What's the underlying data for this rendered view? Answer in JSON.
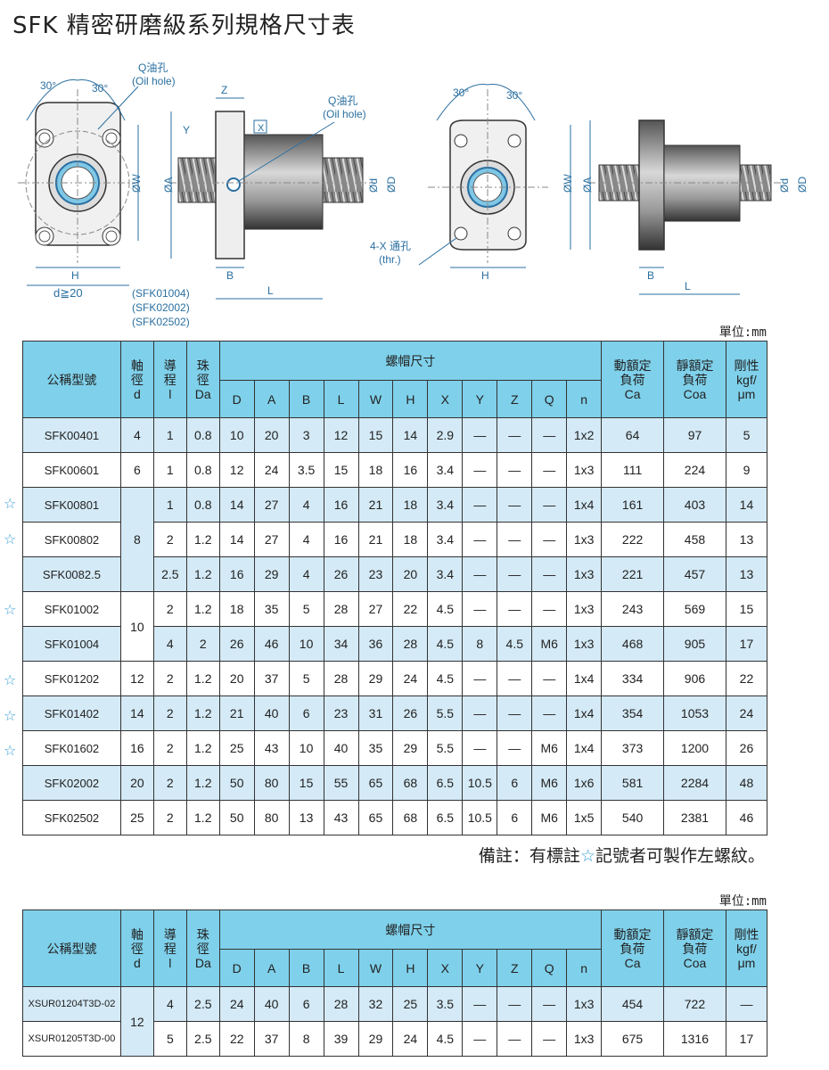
{
  "title": "SFK 精密研磨級系列規格尺寸表",
  "diagram": {
    "angle_30": "30°",
    "oil_hole": "Q油孔",
    "oil_hole_en": "(Oil hole)",
    "d_ge_20": "d≧20",
    "models_note": [
      "(SFK01004)",
      "(SFK02002)",
      "(SFK02502)"
    ],
    "thru_hole": "4-X 通孔",
    "thru_hole_en": "(thr.)",
    "dim": {
      "W": "ØW",
      "A": "ØA",
      "d": "Ød",
      "D": "ØD",
      "H": "H",
      "B": "B",
      "L": "L",
      "Z": "Z",
      "Y": "Y",
      "X": "X"
    }
  },
  "unit_label": "單位:mm",
  "table1": {
    "headers": {
      "model": "公稱型號",
      "shaft": [
        "軸",
        "徑",
        "d"
      ],
      "lead": [
        "導",
        "程",
        "l"
      ],
      "ball": [
        "珠",
        "徑",
        "Da"
      ],
      "nut": "螺帽尺寸",
      "nut_cols": [
        "D",
        "A",
        "B",
        "L",
        "W",
        "H",
        "X",
        "Y",
        "Z",
        "Q",
        "n"
      ],
      "dyn": [
        "動額定",
        "負荷",
        "Ca"
      ],
      "stat": [
        "靜額定",
        "負荷",
        "Coa"
      ],
      "rig": [
        "剛性",
        "kgf/",
        "μm"
      ]
    },
    "star_symbol": "☆",
    "rows": [
      {
        "model": "SFK00401",
        "d": "4",
        "l": "1",
        "Da": "0.8",
        "D": "10",
        "A": "20",
        "B": "3",
        "L": "12",
        "W": "15",
        "H": "14",
        "X": "2.9",
        "Y": "—",
        "Z": "—",
        "Q": "—",
        "n": "1x2",
        "Ca": "64",
        "Coa": "97",
        "K": "5",
        "star": false
      },
      {
        "model": "SFK00601",
        "d": "6",
        "l": "1",
        "Da": "0.8",
        "D": "12",
        "A": "24",
        "B": "3.5",
        "L": "15",
        "W": "18",
        "H": "16",
        "X": "3.4",
        "Y": "—",
        "Z": "—",
        "Q": "—",
        "n": "1x3",
        "Ca": "111",
        "Coa": "224",
        "K": "9",
        "star": false
      },
      {
        "model": "SFK00801",
        "d": "8",
        "l": "1",
        "Da": "0.8",
        "D": "14",
        "A": "27",
        "B": "4",
        "L": "16",
        "W": "21",
        "H": "18",
        "X": "3.4",
        "Y": "—",
        "Z": "—",
        "Q": "—",
        "n": "1x4",
        "Ca": "161",
        "Coa": "403",
        "K": "14",
        "star": true
      },
      {
        "model": "SFK00802",
        "l": "2",
        "Da": "1.2",
        "D": "14",
        "A": "27",
        "B": "4",
        "L": "16",
        "W": "21",
        "H": "18",
        "X": "3.4",
        "Y": "—",
        "Z": "—",
        "Q": "—",
        "n": "1x3",
        "Ca": "222",
        "Coa": "458",
        "K": "13",
        "star": true
      },
      {
        "model": "SFK0082.5",
        "l": "2.5",
        "Da": "1.2",
        "D": "16",
        "A": "29",
        "B": "4",
        "L": "26",
        "W": "23",
        "H": "20",
        "X": "3.4",
        "Y": "—",
        "Z": "—",
        "Q": "—",
        "n": "1x3",
        "Ca": "221",
        "Coa": "457",
        "K": "13",
        "star": false
      },
      {
        "model": "SFK01002",
        "d": "10",
        "l": "2",
        "Da": "1.2",
        "D": "18",
        "A": "35",
        "B": "5",
        "L": "28",
        "W": "27",
        "H": "22",
        "X": "4.5",
        "Y": "—",
        "Z": "—",
        "Q": "—",
        "n": "1x3",
        "Ca": "243",
        "Coa": "569",
        "K": "15",
        "star": true
      },
      {
        "model": "SFK01004",
        "l": "4",
        "Da": "2",
        "D": "26",
        "A": "46",
        "B": "10",
        "L": "34",
        "W": "36",
        "H": "28",
        "X": "4.5",
        "Y": "8",
        "Z": "4.5",
        "Q": "M6",
        "n": "1x3",
        "Ca": "468",
        "Coa": "905",
        "K": "17",
        "star": false
      },
      {
        "model": "SFK01202",
        "d": "12",
        "l": "2",
        "Da": "1.2",
        "D": "20",
        "A": "37",
        "B": "5",
        "L": "28",
        "W": "29",
        "H": "24",
        "X": "4.5",
        "Y": "—",
        "Z": "—",
        "Q": "—",
        "n": "1x4",
        "Ca": "334",
        "Coa": "906",
        "K": "22",
        "star": true
      },
      {
        "model": "SFK01402",
        "d": "14",
        "l": "2",
        "Da": "1.2",
        "D": "21",
        "A": "40",
        "B": "6",
        "L": "23",
        "W": "31",
        "H": "26",
        "X": "5.5",
        "Y": "—",
        "Z": "—",
        "Q": "—",
        "n": "1x4",
        "Ca": "354",
        "Coa": "1053",
        "K": "24",
        "star": true
      },
      {
        "model": "SFK01602",
        "d": "16",
        "l": "2",
        "Da": "1.2",
        "D": "25",
        "A": "43",
        "B": "10",
        "L": "40",
        "W": "35",
        "H": "29",
        "X": "5.5",
        "Y": "—",
        "Z": "—",
        "Q": "M6",
        "n": "1x4",
        "Ca": "373",
        "Coa": "1200",
        "K": "26",
        "star": true
      },
      {
        "model": "SFK02002",
        "d": "20",
        "l": "2",
        "Da": "1.2",
        "D": "50",
        "A": "80",
        "B": "15",
        "L": "55",
        "W": "65",
        "H": "68",
        "X": "6.5",
        "Y": "10.5",
        "Z": "6",
        "Q": "M6",
        "n": "1x6",
        "Ca": "581",
        "Coa": "2284",
        "K": "48",
        "star": false
      },
      {
        "model": "SFK02502",
        "d": "25",
        "l": "2",
        "Da": "1.2",
        "D": "50",
        "A": "80",
        "B": "13",
        "L": "43",
        "W": "65",
        "H": "68",
        "X": "6.5",
        "Y": "10.5",
        "Z": "6",
        "Q": "M6",
        "n": "1x5",
        "Ca": "540",
        "Coa": "2381",
        "K": "46",
        "star": false
      }
    ]
  },
  "note": {
    "prefix": "備註：有標註",
    "star": "☆",
    "suffix": "記號者可製作左螺紋。"
  },
  "table2": {
    "rows": [
      {
        "model": "XSUR01204T3D-02",
        "d": "12",
        "l": "4",
        "Da": "2.5",
        "D": "24",
        "A": "40",
        "B": "6",
        "L": "28",
        "W": "32",
        "H": "25",
        "X": "3.5",
        "Y": "—",
        "Z": "—",
        "Q": "—",
        "n": "1x3",
        "Ca": "454",
        "Coa": "722",
        "K": "—"
      },
      {
        "model": "XSUR01205T3D-00",
        "l": "5",
        "Da": "2.5",
        "D": "22",
        "A": "37",
        "B": "8",
        "L": "39",
        "W": "29",
        "H": "24",
        "X": "4.5",
        "Y": "—",
        "Z": "—",
        "Q": "—",
        "n": "1x3",
        "Ca": "675",
        "Coa": "1316",
        "K": "17"
      }
    ]
  }
}
